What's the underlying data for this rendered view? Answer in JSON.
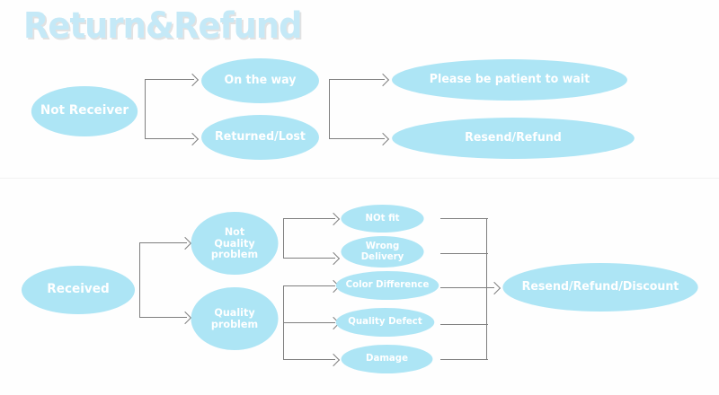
{
  "page": {
    "title": "Return&Refund",
    "background_color": "#fefefe",
    "node_fill_color": "#ade5f5",
    "node_text_color": "#ffffff",
    "connector_color": "#7f7f7f",
    "title_color": "#c5e9f7",
    "title_shadow_color": "#e2e2e2"
  },
  "flow_not_received": {
    "start": {
      "label": "Not Receiver"
    },
    "branches": [
      {
        "label": "On the way"
      },
      {
        "label": "Returned/Lost"
      }
    ],
    "outcomes": [
      {
        "label": "Please be patient to wait"
      },
      {
        "label": "Resend/Refund"
      }
    ]
  },
  "flow_received": {
    "start": {
      "label": "Received"
    },
    "branches": [
      {
        "label": "Not\nQuality\nproblem"
      },
      {
        "label": "Quality\nproblem"
      }
    ],
    "reasons_not_quality": [
      {
        "label": "NOt fit"
      },
      {
        "label": "Wrong\nDelivery"
      }
    ],
    "reasons_quality": [
      {
        "label": "Color Difference"
      },
      {
        "label": "Quality Defect"
      },
      {
        "label": "Damage"
      }
    ],
    "outcome": {
      "label": "Resend/Refund/Discount"
    }
  }
}
